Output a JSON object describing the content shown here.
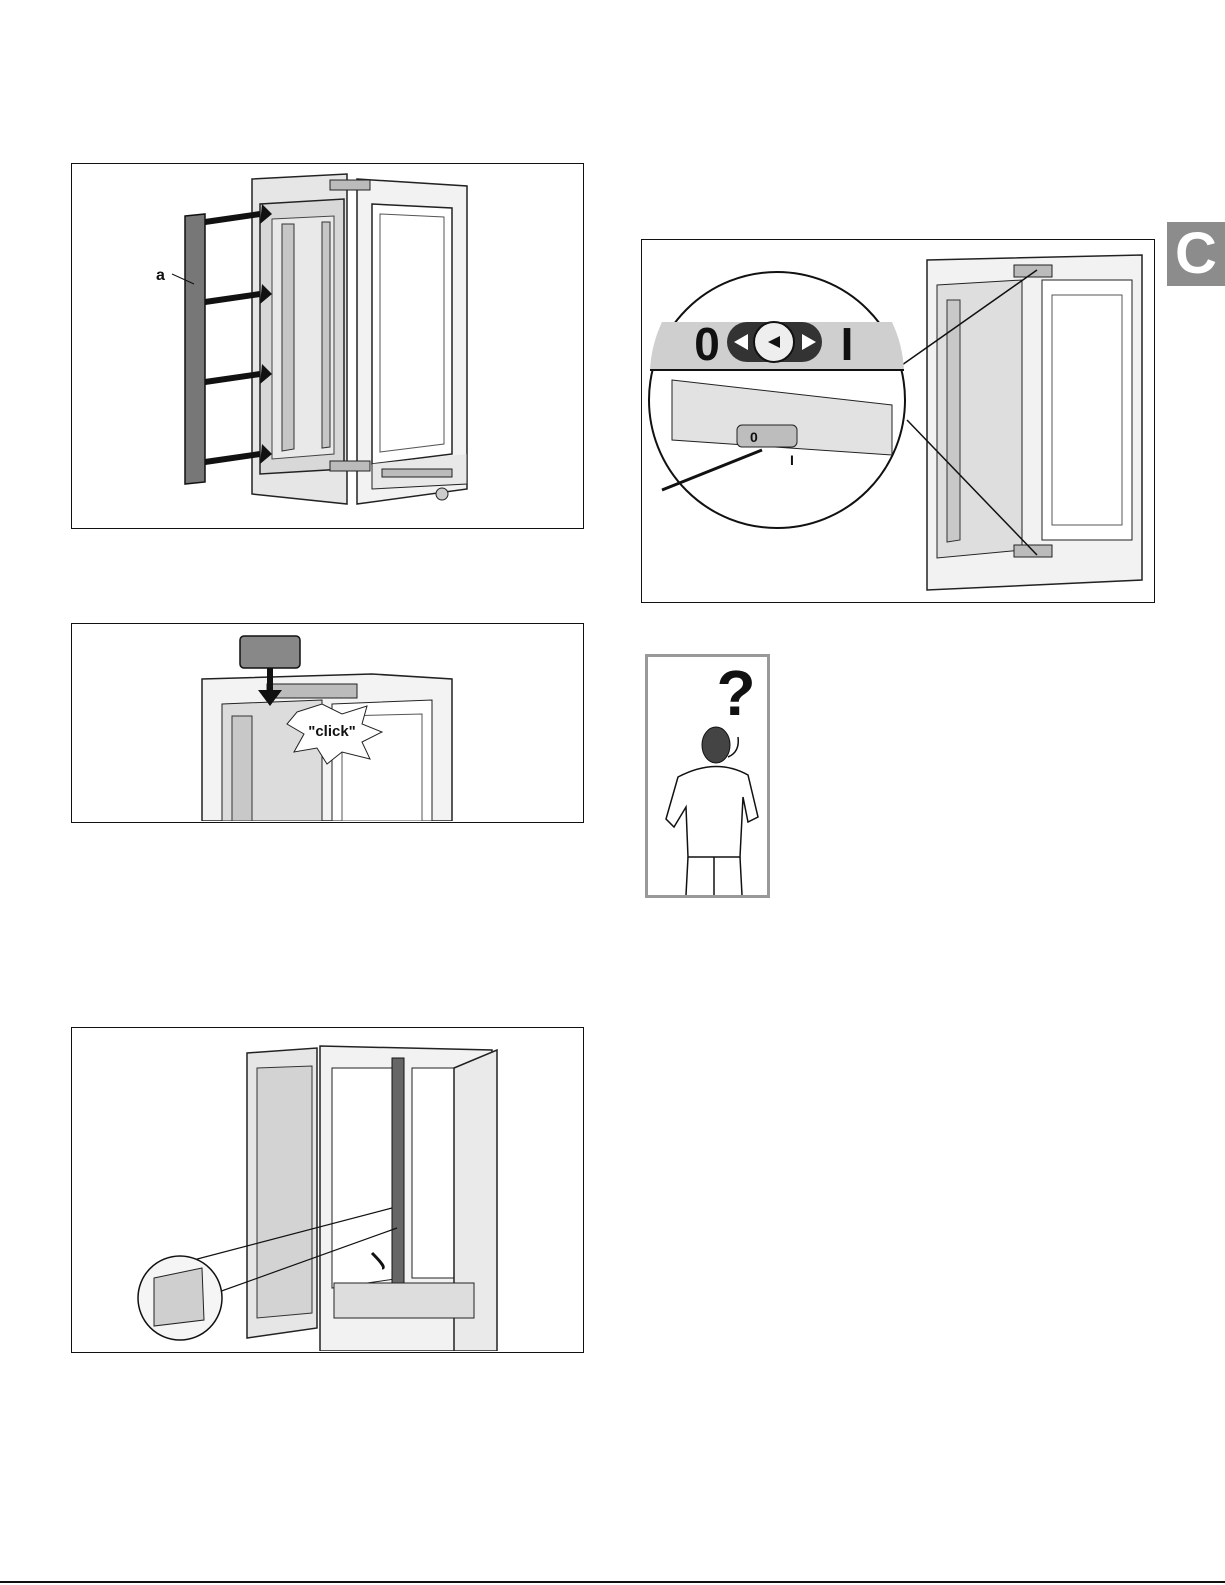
{
  "section_tab": "C",
  "figures": {
    "handle": {
      "callout": "a"
    },
    "clip": {
      "label": "\"click\""
    },
    "adjust": {
      "left_mark": "0",
      "right_mark": "I",
      "small_left_mark": "0",
      "small_right_mark": "I"
    },
    "help": {
      "symbol": "?"
    }
  }
}
